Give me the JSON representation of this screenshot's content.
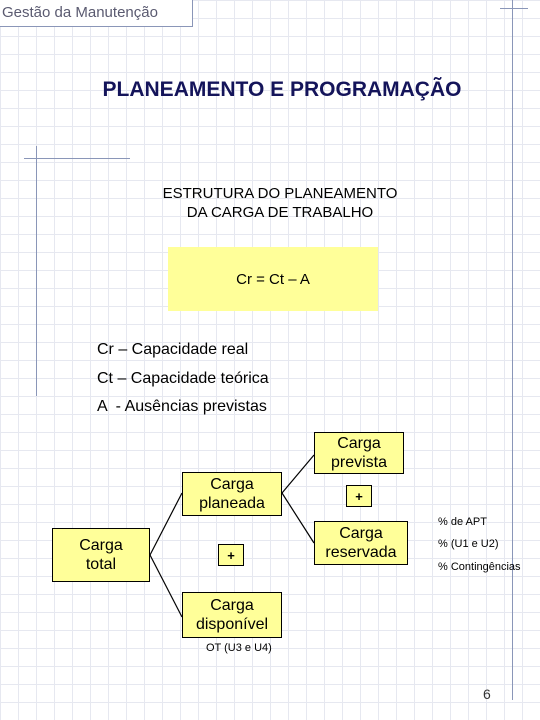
{
  "header": {
    "title": "Gestão da Manutenção"
  },
  "title": "PLANEAMENTO E PROGRAMAÇÃO",
  "subtitle": {
    "line1": "ESTRUTURA DO PLANEAMENTO",
    "line2": "DA CARGA DE TRABALHO"
  },
  "formula": "Cr = Ct – A",
  "definitions": [
    "Cr – Capacidade real",
    "Ct – Capacidade teórica",
    "A  - Ausências previstas"
  ],
  "tree": {
    "total": {
      "line1": "Carga",
      "line2": "total"
    },
    "plus1": "+",
    "planeada": {
      "line1": "Carga",
      "line2": "planeada"
    },
    "disponivel": {
      "line1": "Carga",
      "line2": "disponível"
    },
    "disponivel_note": "OT (U3 e U4)",
    "prevista": {
      "line1": "Carga",
      "line2": "prevista"
    },
    "plus2": "+",
    "reservada": {
      "line1": "Carga",
      "line2": "reservada"
    },
    "reservada_notes": [
      "% de APT",
      "% (U1 e U2)",
      "% Contingências"
    ]
  },
  "page_number": "6",
  "colors": {
    "box_fill": "#ffff99",
    "title": "#14145a",
    "header_text": "#5a5a70",
    "rule": "#8a96b8"
  }
}
